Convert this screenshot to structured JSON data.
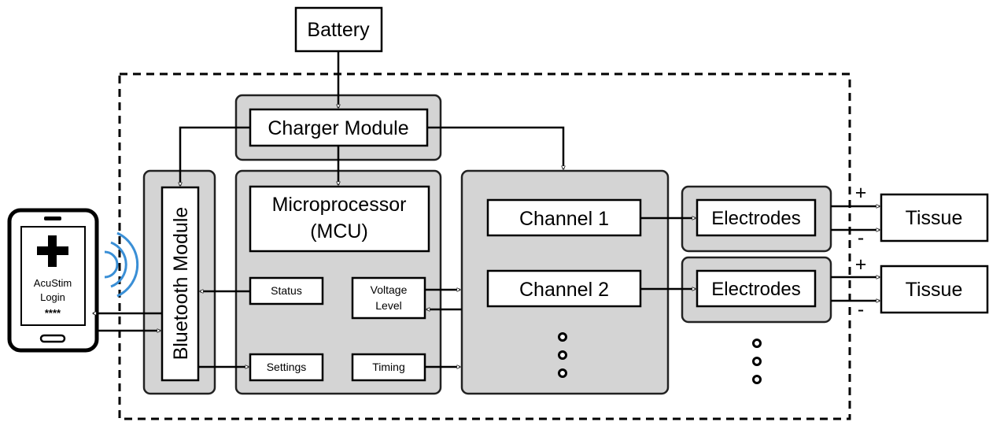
{
  "battery": "Battery",
  "charger": "Charger Module",
  "bluetooth": "Bluetooth Module",
  "mcu": {
    "line1": "Microprocessor",
    "line2": "(MCU)"
  },
  "status": "Status",
  "voltage": {
    "line1": "Voltage",
    "line2": "Level"
  },
  "settings": "Settings",
  "timing": "Timing",
  "channels": [
    "Channel 1",
    "Channel 2"
  ],
  "channels_more": "•••",
  "electrodes": [
    "Electrodes",
    "Electrodes"
  ],
  "tissue": [
    "Tissue",
    "Tissue"
  ],
  "polarity": {
    "plus": "+",
    "minus": "-"
  },
  "phone": {
    "line1": "AcuStim",
    "line2": "Login",
    "line3": "****"
  }
}
